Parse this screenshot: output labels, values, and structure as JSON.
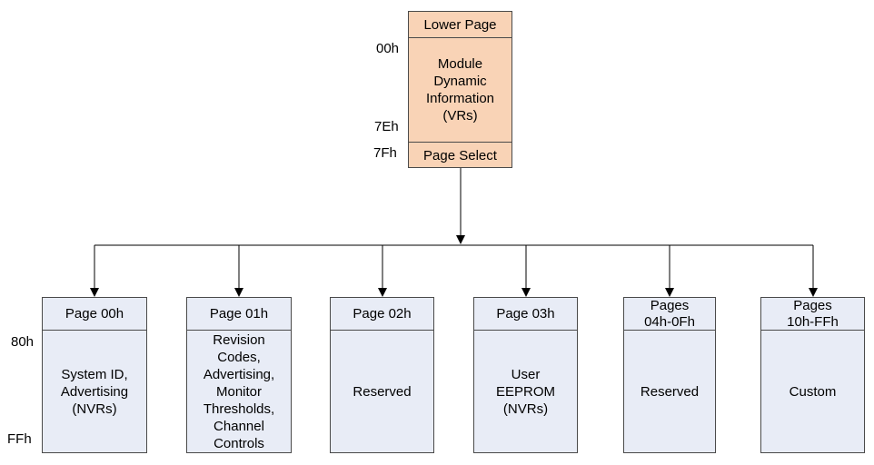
{
  "lower_page": {
    "header": "Lower Page",
    "body": "Module\nDynamic\nInformation\n(VRs)",
    "footer": "Page Select"
  },
  "lower_addresses": {
    "start": "00h",
    "end": "7Eh",
    "select": "7Fh"
  },
  "upper_addresses": {
    "start": "80h",
    "end": "FFh"
  },
  "pages": [
    {
      "header": "Page 00h",
      "body": "System ID,\nAdvertising\n(NVRs)"
    },
    {
      "header": "Page 01h",
      "body": "Revision\nCodes,\nAdvertising,\nMonitor\nThresholds,\nChannel\nControls"
    },
    {
      "header": "Page 02h",
      "body": "Reserved"
    },
    {
      "header": "Page 03h",
      "body": "User\nEEPROM\n(NVRs)"
    },
    {
      "header": "Pages\n04h-0Fh",
      "body": "Reserved"
    },
    {
      "header": "Pages\n10h-FFh",
      "body": "Custom"
    }
  ],
  "colors": {
    "lower_fill": "#f9d3b6",
    "page_fill": "#e8ecf6",
    "border": "#4a4a4a"
  }
}
